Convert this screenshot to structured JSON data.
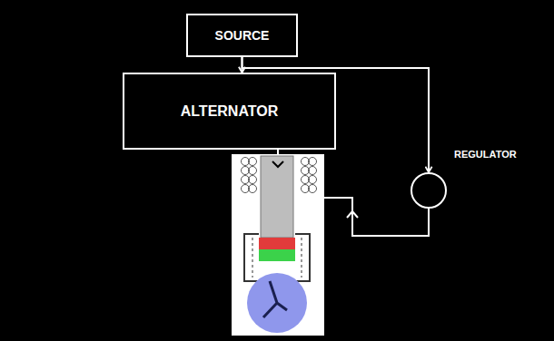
{
  "diagram": {
    "nodes": [
      {
        "text": [
          "SOURCE"
        ]
      },
      {
        "text": [
          "ALTERNATOR"
        ]
      },
      {
        "text": [
          "REGULATOR"
        ]
      }
    ],
    "edges": [
      {
        "from": 0,
        "to": 1,
        "arrow": "to"
      },
      {
        "from": 0,
        "to": 2,
        "arrow": "to"
      }
    ]
  }
}
